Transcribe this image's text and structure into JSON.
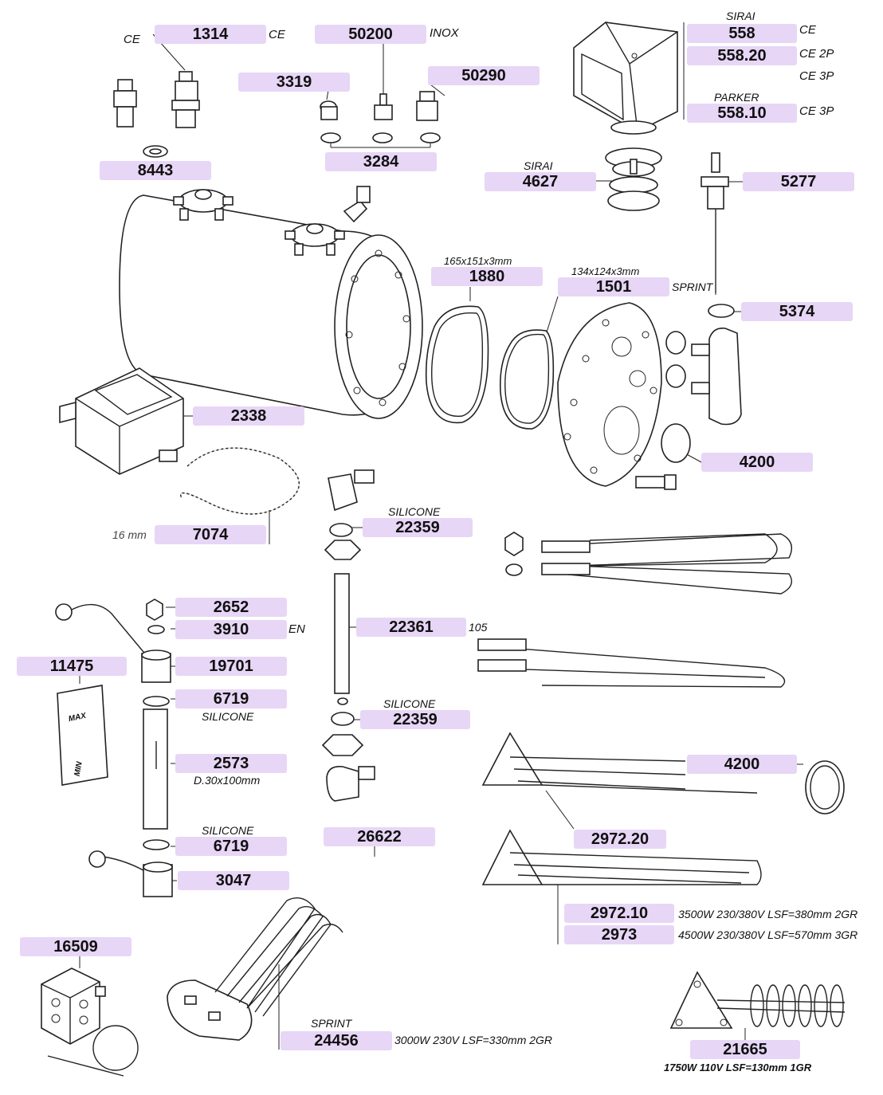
{
  "labels": [
    {
      "id": "1314",
      "text": "1314"
    },
    {
      "id": "50200",
      "text": "50200"
    },
    {
      "id": "50290",
      "text": "50290"
    },
    {
      "id": "3319",
      "text": "3319"
    },
    {
      "id": "3284",
      "text": "3284"
    },
    {
      "id": "8443",
      "text": "8443"
    },
    {
      "id": "558",
      "text": "558"
    },
    {
      "id": "558_20",
      "text": "558.20"
    },
    {
      "id": "558_10",
      "text": "558.10"
    },
    {
      "id": "4627",
      "text": "4627"
    },
    {
      "id": "5277",
      "text": "5277"
    },
    {
      "id": "1880",
      "text": "1880"
    },
    {
      "id": "1501",
      "text": "1501"
    },
    {
      "id": "5374",
      "text": "5374"
    },
    {
      "id": "2338",
      "text": "2338"
    },
    {
      "id": "4200a",
      "text": "4200"
    },
    {
      "id": "7074",
      "text": "7074"
    },
    {
      "id": "22359a",
      "text": "22359"
    },
    {
      "id": "2652",
      "text": "2652"
    },
    {
      "id": "3910",
      "text": "3910"
    },
    {
      "id": "22361",
      "text": "22361"
    },
    {
      "id": "11475",
      "text": "11475"
    },
    {
      "id": "19701",
      "text": "19701"
    },
    {
      "id": "6719a",
      "text": "6719"
    },
    {
      "id": "22359b",
      "text": "22359"
    },
    {
      "id": "2573",
      "text": "2573"
    },
    {
      "id": "4200b",
      "text": "4200"
    },
    {
      "id": "6719b",
      "text": "6719"
    },
    {
      "id": "26622",
      "text": "26622"
    },
    {
      "id": "2972_20",
      "text": "2972.20"
    },
    {
      "id": "3047",
      "text": "3047"
    },
    {
      "id": "2972_10",
      "text": "2972.10"
    },
    {
      "id": "2973",
      "text": "2973"
    },
    {
      "id": "16509",
      "text": "16509"
    },
    {
      "id": "24456",
      "text": "24456"
    },
    {
      "id": "21665",
      "text": "21665"
    }
  ],
  "notes": {
    "ce_left": "CE",
    "ce_1314": "CE",
    "inox": "INOX",
    "sirai_top": "SIRAI",
    "ce_558": "CE",
    "ce2p": "CE 2P",
    "ce3p_a": "CE 3P",
    "parker": "PARKER",
    "ce3p_b": "CE 3P",
    "sirai_4627": "SIRAI",
    "dim_1880": "165x151x3mm",
    "dim_1501": "134x124x3mm",
    "sprint_1501": "SPRINT",
    "silicone_22359a": "SILICONE",
    "mm16": "16 mm",
    "en": "EN",
    "n105": "105",
    "silicone_6719a": "SILICONE",
    "silicone_22359b": "SILICONE",
    "dim_2573": "D.30x100mm",
    "silicone_6719b": "SILICONE",
    "spec_2972_10": "3500W 230/380V LSF=380mm 2GR",
    "spec_2973": "4500W 230/380V LSF=570mm 3GR",
    "sprint_24456": "SPRINT",
    "spec_24456": "3000W 230V LSF=330mm 2GR",
    "spec_21665": "1750W 110V LSF=130mm 1GR"
  },
  "gauge": {
    "max": "MAX",
    "min": "MIN"
  }
}
